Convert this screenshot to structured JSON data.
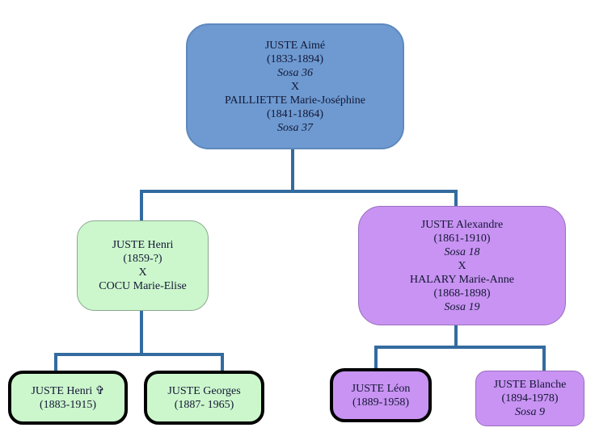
{
  "colors": {
    "connector": "#336b9f",
    "node_blue_fill": "#6e9ad1",
    "node_blue_border": "#5d89bd",
    "node_green_fill": "#ccf7cc",
    "node_green_border": "#8aa88f",
    "node_purple_fill": "#c893f2",
    "node_purple_border": "#9a6fc0",
    "highlight_border": "#000000",
    "text": "#131735",
    "background": "#ffffff"
  },
  "tree": {
    "root": {
      "name1": "JUSTE Aimé",
      "dates1": "(1833-1894)",
      "sosa1": "Sosa 36",
      "union": "X",
      "name2": "PAILLIETTE Marie-Joséphine",
      "dates2": "(1841-1864)",
      "sosa2": "Sosa 37"
    },
    "henri_parent": {
      "name1": "JUSTE Henri",
      "dates1": "(1859-?)",
      "union": "X",
      "name2": "COCU Marie-Elise"
    },
    "alexandre": {
      "name1": "JUSTE Alexandre",
      "dates1": "(1861-1910)",
      "sosa1": "Sosa 18",
      "union": "X",
      "name2": "HALARY Marie-Anne",
      "dates2": "(1868-1898)",
      "sosa2": "Sosa 19"
    },
    "henri_child": {
      "name1": "JUSTE Henri ✞",
      "dates1": "(1883-1915)"
    },
    "georges": {
      "name1": "JUSTE Georges",
      "dates1": "(1887- 1965)"
    },
    "leon": {
      "name1": "JUSTE Léon",
      "dates1": "(1889-1958)"
    },
    "blanche": {
      "name1": "JUSTE Blanche",
      "dates1": "(1894-1978)",
      "sosa1": "Sosa 9"
    }
  }
}
